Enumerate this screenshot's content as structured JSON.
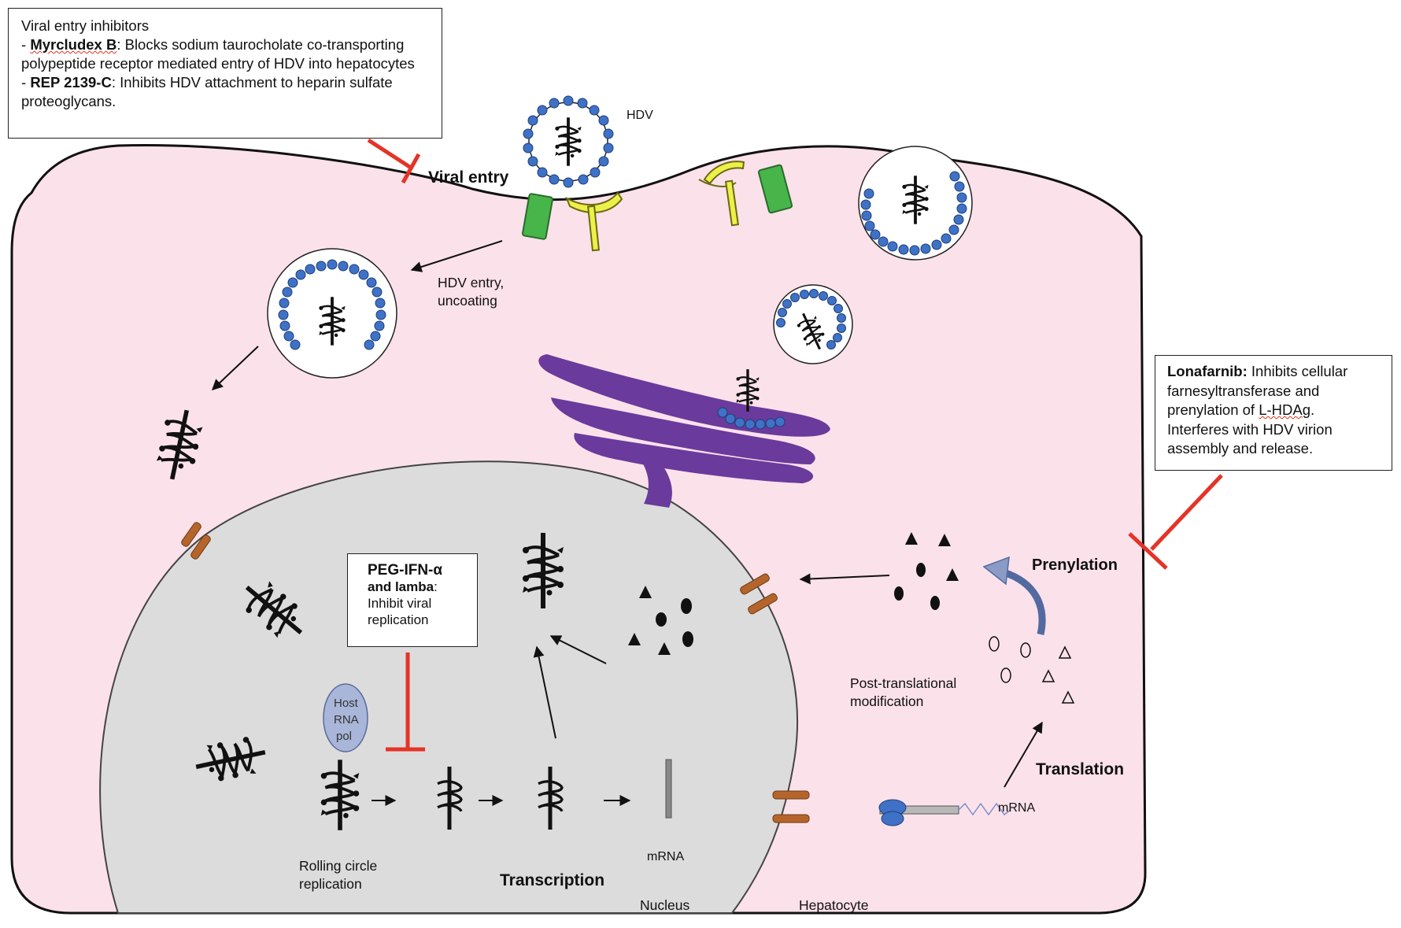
{
  "boxes": {
    "entry": {
      "title": "Viral entry inhibitors",
      "line1_prefix": "- ",
      "line1_drug": "Myrcludex B",
      "line1_text": ": Blocks sodium taurocholate co-transporting polypeptide receptor mediated entry of HDV into hepatocytes",
      "line2_prefix": "- ",
      "line2_drug": "REP 2139-C",
      "line2_text": ": Inhibits HDV attachment to heparin sulfate proteoglycans."
    },
    "lonafarnib": {
      "drug": "Lonafarnib:",
      "text": " Inhibits cellular farnesyltransferase and prenylation of ",
      "term": "L-HDAg",
      "tail": ". Interferes with HDV virion assembly and release."
    },
    "peg": {
      "drug_line1": "PEG-IFN-α",
      "drug_line2": "and lamba",
      "colon": ":",
      "text": "Inhibit viral replication"
    }
  },
  "labels": {
    "hdv": "HDV",
    "viral_entry": "Viral entry",
    "hdv_entry_1": "HDV entry,",
    "hdv_entry_2": "uncoating",
    "prenylation": "Prenylation",
    "ptm_1": "Post-translational",
    "ptm_2": "modification",
    "translation": "Translation",
    "mrna_cyto": "mRNA",
    "mrna_nuc": "mRNA",
    "host_1": "Host",
    "host_2": "RNA",
    "host_3": "pol",
    "rolling_1": "Rolling circle",
    "rolling_2": "replication",
    "transcription": "Transcription",
    "nucleus": "Nucleus",
    "hepatocyte": "Hepatocyte"
  },
  "colors": {
    "cell_fill": "#fbe1ea",
    "nucleus_fill": "#dcdcdc",
    "hdag_blue": "#3f72c6",
    "inhibitor_red": "#e53327",
    "ntcp_green": "#47b54a",
    "hspg_yellow": "#eef04a",
    "golgi_purple": "#6a3a9c",
    "pore_brown": "#b5652b"
  }
}
